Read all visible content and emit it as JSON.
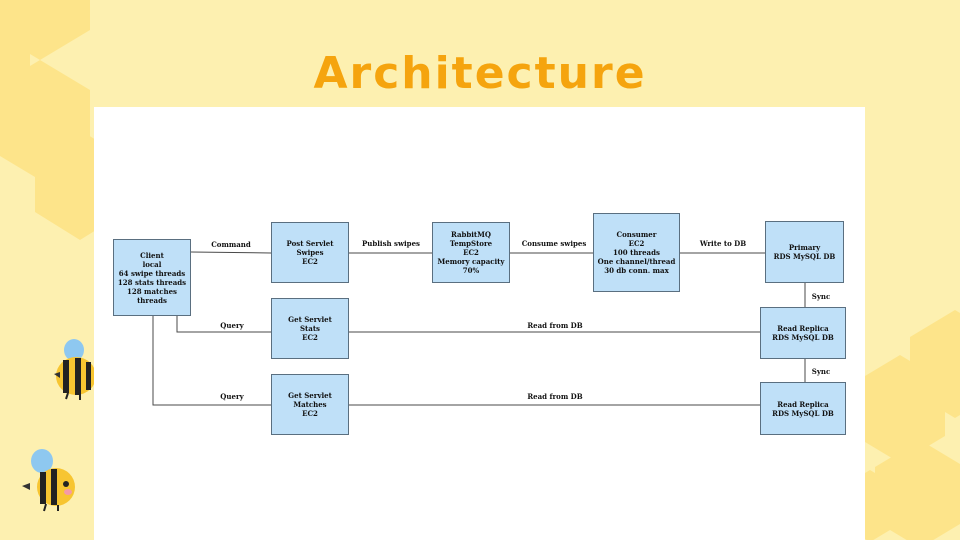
{
  "slide": {
    "title": "Architecture"
  },
  "diagram": {
    "nodes": {
      "client": "Client\nlocal\n64 swipe threads\n128 stats threads\n128 matches threads",
      "post_servlet": "Post Servlet\nSwipes\nEC2",
      "rabbitmq": "RabbitMQ TempStore\nEC2\nMemory capacity 70%",
      "consumer": "Consumer\nEC2\n100 threads\nOne channel/thread\n30 db conn. max",
      "primary_db": "Primary\nRDS MySQL DB",
      "stats_servlet": "Get Servlet\nStats\nEC2",
      "read_replica_1": "Read Replica\nRDS MySQL DB",
      "matches_servlet": "Get Servlet\nMatches\nEC2",
      "read_replica_2": "Read Replica\nRDS MySQL DB"
    },
    "edges": {
      "command": "Command",
      "publish_swipes": "Publish swipes",
      "consume_swipes": "Consume swipes",
      "write_to_db": "Write to DB",
      "query_stats": "Query",
      "read_from_db_stats": "Read from DB",
      "query_matches": "Query",
      "read_from_db_matches": "Read from DB",
      "sync_primary": "Sync",
      "sync_replica": "Sync"
    }
  },
  "colors": {
    "background": "#fdf0b0",
    "hexagon": "#fde48a",
    "title": "#f5a40e",
    "node_fill": "#bfe0f8",
    "node_border": "#5a6f80",
    "bee_body": "#f7c531",
    "bee_wing": "#8ec8f0"
  },
  "icons": [
    "hexagon-pattern",
    "bee-icon"
  ]
}
